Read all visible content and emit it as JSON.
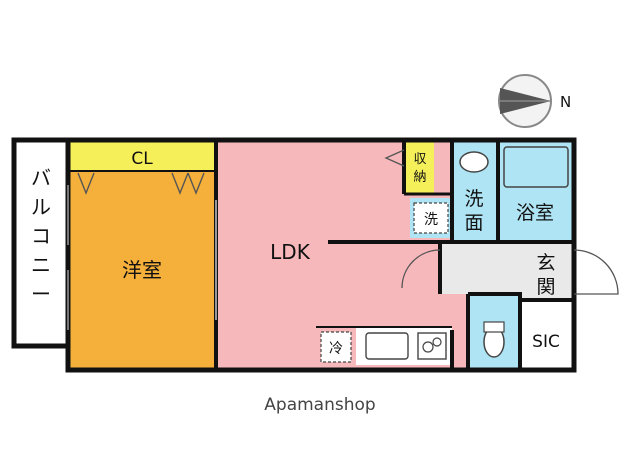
{
  "rooms": {
    "balcony": "バルコニー",
    "closet": "CL",
    "western_room": "洋室",
    "ldk": "LDK",
    "storage": "収納",
    "washing_machine": "洗",
    "washroom": "洗面",
    "bathroom": "浴室",
    "entrance": "玄関",
    "shoe_closet": "SIC",
    "fridge": "冷"
  },
  "compass": {
    "north": "N"
  },
  "credit": "Apamanshop",
  "colors": {
    "western_room": "#f5b03c",
    "closet": "#f5ef5a",
    "ldk": "#f7b8bb",
    "wet_area": "#aee4f3",
    "corridor": "#e9e9e9",
    "wall": "#111111"
  }
}
